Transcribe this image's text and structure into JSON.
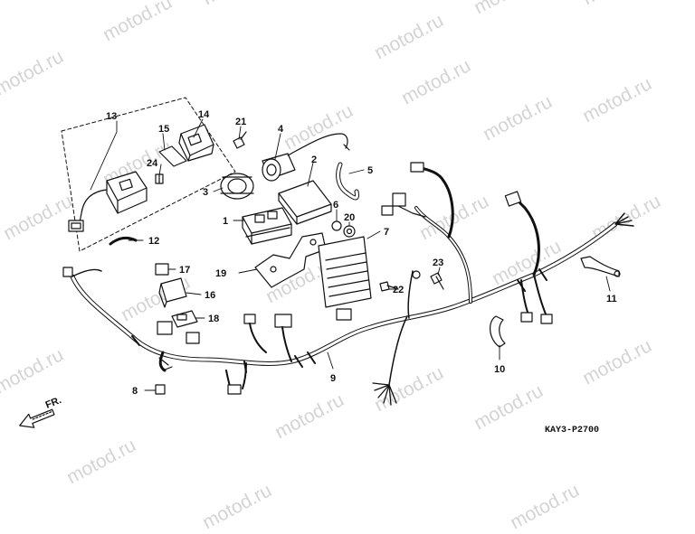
{
  "watermark": {
    "text": "motod.ru"
  },
  "diagram": {
    "code": "KAY3-P2700",
    "direction_label": "FR.",
    "callouts": [
      "1",
      "2",
      "3",
      "4",
      "5",
      "6",
      "7",
      "8",
      "9",
      "10",
      "11",
      "12",
      "13",
      "14",
      "15",
      "16",
      "17",
      "18",
      "19",
      "20",
      "21",
      "22",
      "23",
      "24"
    ]
  }
}
